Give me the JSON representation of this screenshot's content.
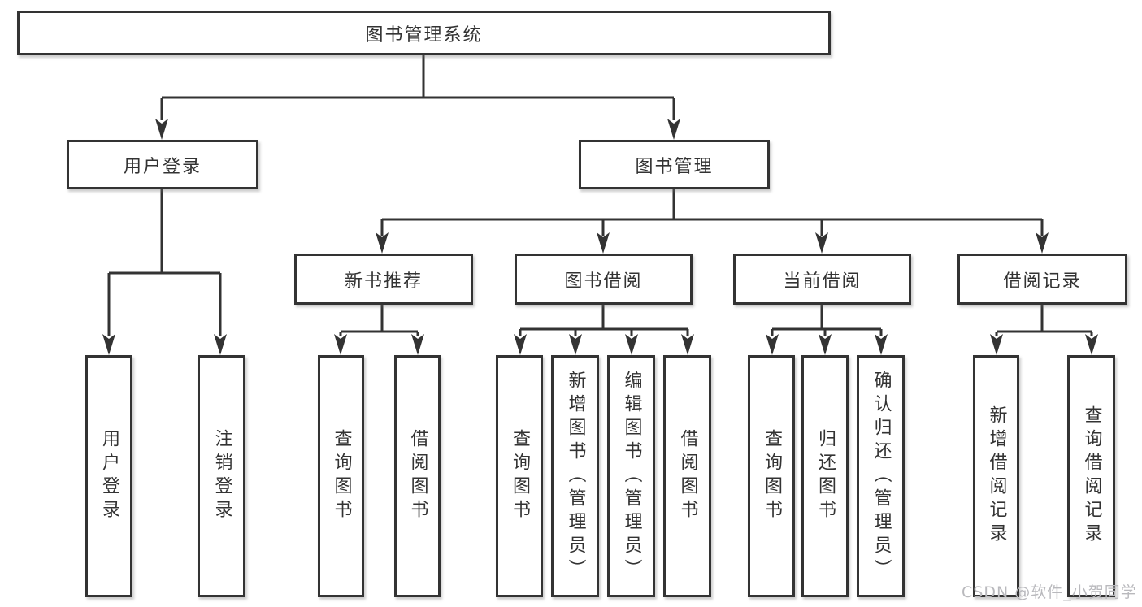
{
  "tree": {
    "label": "图书管理系统",
    "children": [
      {
        "label": "用户登录",
        "children": [
          {
            "label": "用户登录"
          },
          {
            "label": "注销登录"
          }
        ]
      },
      {
        "label": "图书管理",
        "children": [
          {
            "label": "新书推荐",
            "children": [
              {
                "label": "查询图书"
              },
              {
                "label": "借阅图书"
              }
            ]
          },
          {
            "label": "图书借阅",
            "children": [
              {
                "label": "查询图书"
              },
              {
                "label": "新增图书（管理员）"
              },
              {
                "label": "编辑图书（管理员）"
              },
              {
                "label": "借阅图书"
              }
            ]
          },
          {
            "label": "当前借阅",
            "children": [
              {
                "label": "查询图书"
              },
              {
                "label": "归还图书"
              },
              {
                "label": "确认归还（管理员）"
              }
            ]
          },
          {
            "label": "借阅记录",
            "children": [
              {
                "label": "新增借阅记录"
              },
              {
                "label": "查询借阅记录"
              }
            ]
          }
        ]
      }
    ]
  },
  "watermark": "CSDN @软件_小贺同学",
  "colors": {
    "line": "#333333",
    "box_border": "#333333",
    "text": "#333333",
    "watermark": "#b9b9bd"
  }
}
